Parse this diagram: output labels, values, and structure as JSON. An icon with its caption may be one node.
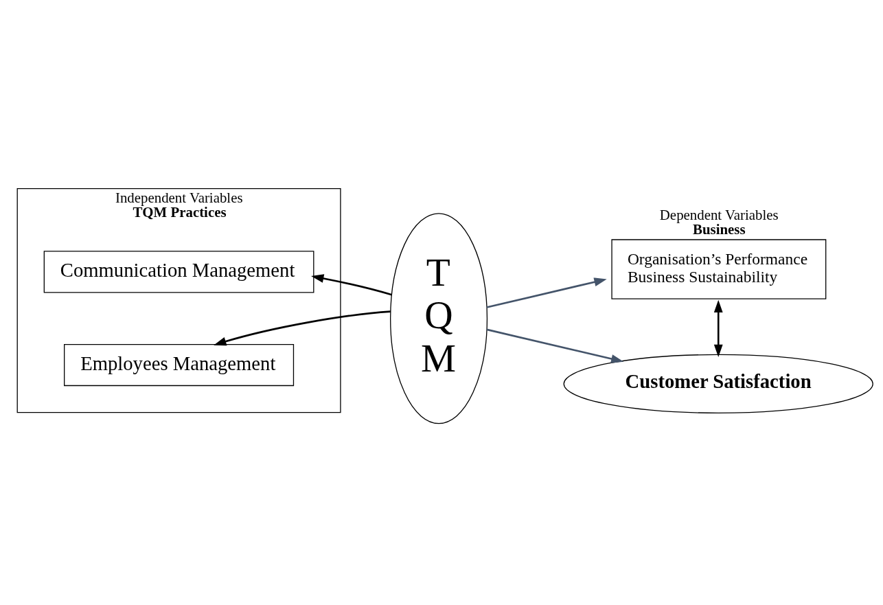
{
  "diagram": {
    "nodes": [
      {
        "text": [
          "Independent Variables",
          "TQM Practices"
        ]
      },
      {
        "text": [
          "Communication Management"
        ],
        "in": 0
      },
      {
        "text": [
          "Employees Management"
        ],
        "in": 0
      },
      {
        "text": [
          "T Q M"
        ]
      },
      {
        "text": [
          "Dependent Variables",
          "Business",
          "Organisation’s Performance",
          "Business Sustainability"
        ]
      },
      {
        "text": [
          "Customer Satisfaction"
        ]
      }
    ],
    "edges": [
      {
        "from": 3,
        "to": 1,
        "arrow": "to"
      },
      {
        "from": 3,
        "to": 2,
        "arrow": "to"
      },
      {
        "from": 3,
        "to": 4,
        "arrow": "to",
        "color": "#44546a"
      },
      {
        "from": 3,
        "to": 5,
        "arrow": "to",
        "color": "#44546a"
      },
      {
        "from": 4,
        "to": 5,
        "arrow": "both"
      }
    ]
  }
}
